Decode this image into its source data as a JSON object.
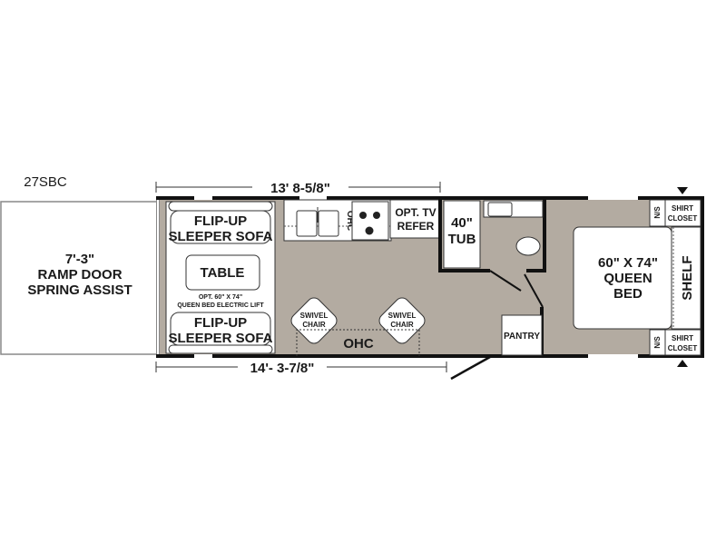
{
  "model": "27SBC",
  "dimensions": {
    "top": "13' 8-5/8\"",
    "bottom": "14'- 3-7/8\""
  },
  "garage": {
    "line1": "7'-3\"",
    "line2": "RAMP DOOR",
    "line3": "SPRING ASSIST"
  },
  "living": {
    "sofa_top": [
      "FLIP-UP",
      "SLEEPER SOFA"
    ],
    "sofa_bottom": [
      "FLIP-UP",
      "SLEEPER SOFA"
    ],
    "table": "TABLE",
    "option": [
      "OPT. 60\" X 74\"",
      "QUEEN BED ELECTRIC LIFT"
    ],
    "chair_left": [
      "SWIVEL",
      "CHAIR"
    ],
    "chair_right": [
      "SWIVEL",
      "CHAIR"
    ],
    "ohc_front": "OHC"
  },
  "kitchen": {
    "ohc": "OHC",
    "refer": [
      "OPT. TV",
      "REFER"
    ]
  },
  "bath": {
    "tub": [
      "40\"",
      "TUB"
    ]
  },
  "pantry": "PANTRY",
  "bedroom": {
    "bed": [
      "60\" X 74\"",
      "QUEEN",
      "BED"
    ],
    "shelf": "SHELF",
    "ns_top": "N/S",
    "ns_bottom": "N/S",
    "closet_top": [
      "SHIRT",
      "CLOSET"
    ],
    "closet_bottom": [
      "SHIRT",
      "CLOSET"
    ]
  },
  "colors": {
    "floor": "#b3aba1",
    "wall": "#111111"
  }
}
